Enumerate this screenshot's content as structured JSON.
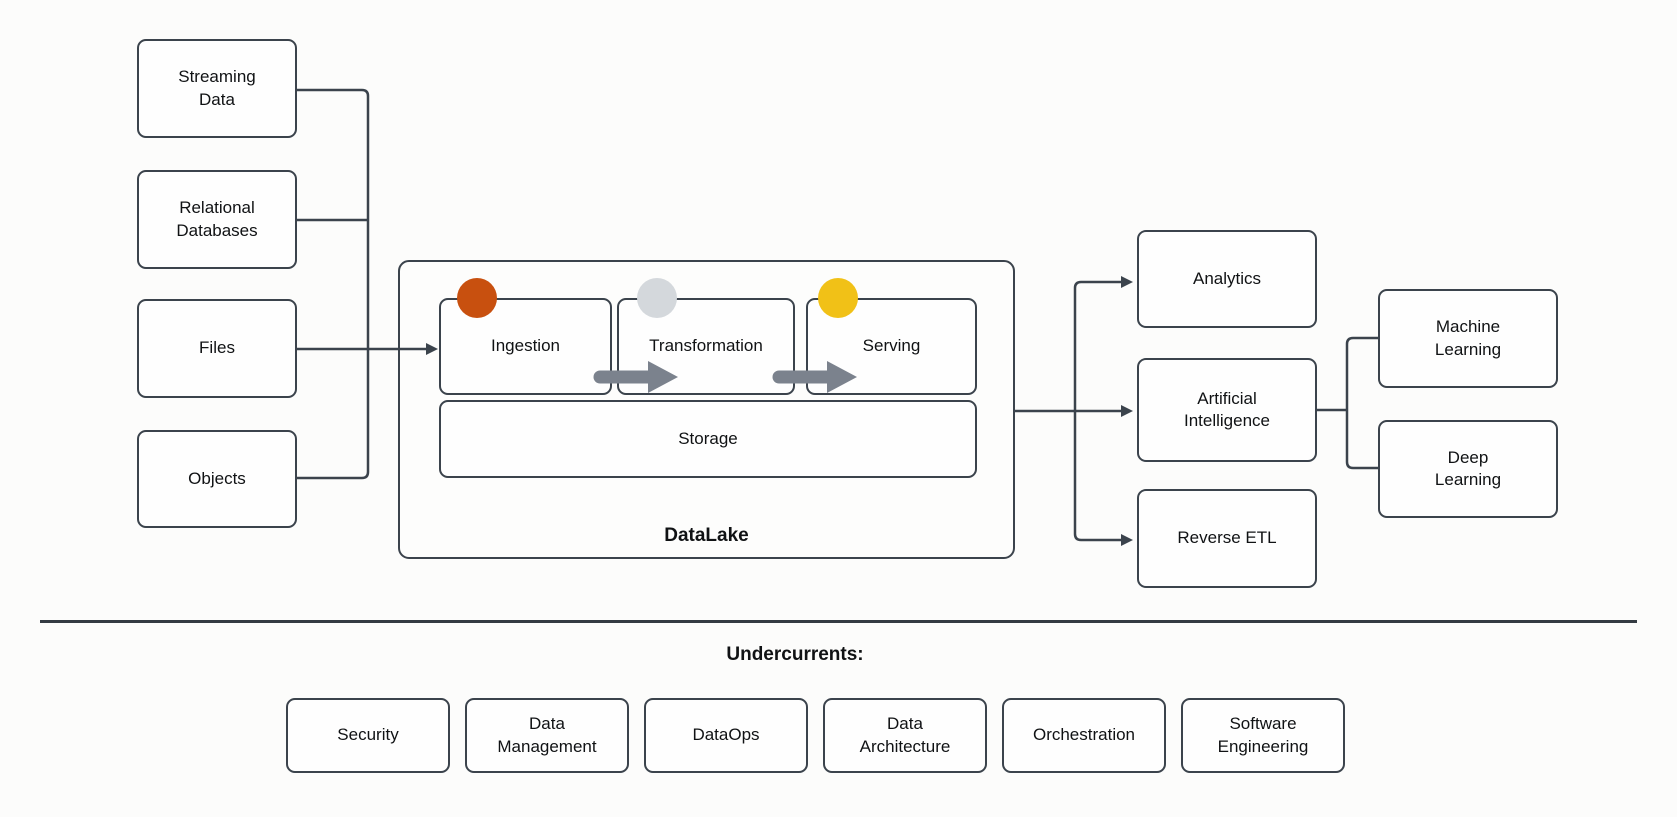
{
  "diagram": {
    "sources": [
      {
        "label": "Streaming Data"
      },
      {
        "label": "Relational Databases"
      },
      {
        "label": "Files"
      },
      {
        "label": "Objects"
      }
    ],
    "datalake": {
      "label": "DataLake",
      "stages": [
        {
          "label": "Ingestion",
          "dot_color": "#C8500F"
        },
        {
          "label": "Transformation",
          "dot_color": "#D4D8DC"
        },
        {
          "label": "Serving",
          "dot_color": "#F1C117"
        }
      ],
      "storage": {
        "label": "Storage"
      }
    },
    "outputs": [
      {
        "label": "Analytics"
      },
      {
        "label": "Artificial Intelligence"
      },
      {
        "label": "Reverse ETL"
      }
    ],
    "ai_children": [
      {
        "label": "Machine Learning"
      },
      {
        "label": "Deep Learning"
      }
    ],
    "undercurrents": {
      "title": "Undercurrents:",
      "items": [
        {
          "label": "Security"
        },
        {
          "label": "Data Management"
        },
        {
          "label": "DataOps"
        },
        {
          "label": "Data Architecture"
        },
        {
          "label": "Orchestration"
        },
        {
          "label": "Software Engineering"
        }
      ]
    },
    "colors": {
      "line": "#3B434C",
      "node_border": "#3B434C",
      "node_fill": "#FEFEFE",
      "thick_arrow": "#7B828D",
      "ingestion_dot": "#C8500F",
      "transformation_dot": "#D4D8DC",
      "serving_dot": "#F1C117"
    }
  }
}
